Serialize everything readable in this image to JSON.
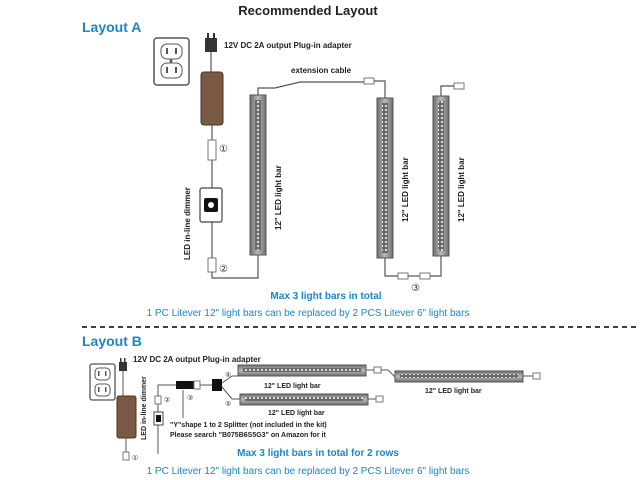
{
  "title": "Recommended Layout",
  "layout_a": {
    "heading": "Layout A",
    "adapter_label": "12V DC 2A output Plug-in adapter",
    "extension_label": "extension cable",
    "dimmer_label": "LED in-line dimmer",
    "bar_label": "12\" LED light bar",
    "marker_1": "①",
    "marker_2": "②",
    "marker_3": "③",
    "max_text": "Max 3 light bars in total",
    "note": "1 PC Litever 12\" light bars can be replaced by 2 PCS Litever 6\" light bars"
  },
  "layout_b": {
    "heading": "Layout B",
    "adapter_label": "12V DC 2A output Plug-in adapter",
    "dimmer_label": "LED in-line dimmer",
    "bar_label": "12\" LED light bar",
    "marker_1": "①",
    "marker_2": "②",
    "marker_3": "③",
    "marker_4": "④",
    "marker_5": "⑤",
    "splitter_line1": "\"Y\"shape 1 to 2 Splitter (not included in the kit)",
    "splitter_line2": "Please search \"B075B6S5G3\" on Amazon for it",
    "max_text": "Max 3 light bars in total for 2 rows",
    "note": "1 PC Litever 12\" light bars can be replaced by 2 PCS Litever 6\" light bars"
  },
  "colors": {
    "heading_blue": "#1a86c8",
    "adapter_brown": "#7a5a45",
    "bar_gray": "#8a8a8a",
    "divider": "#000000"
  }
}
